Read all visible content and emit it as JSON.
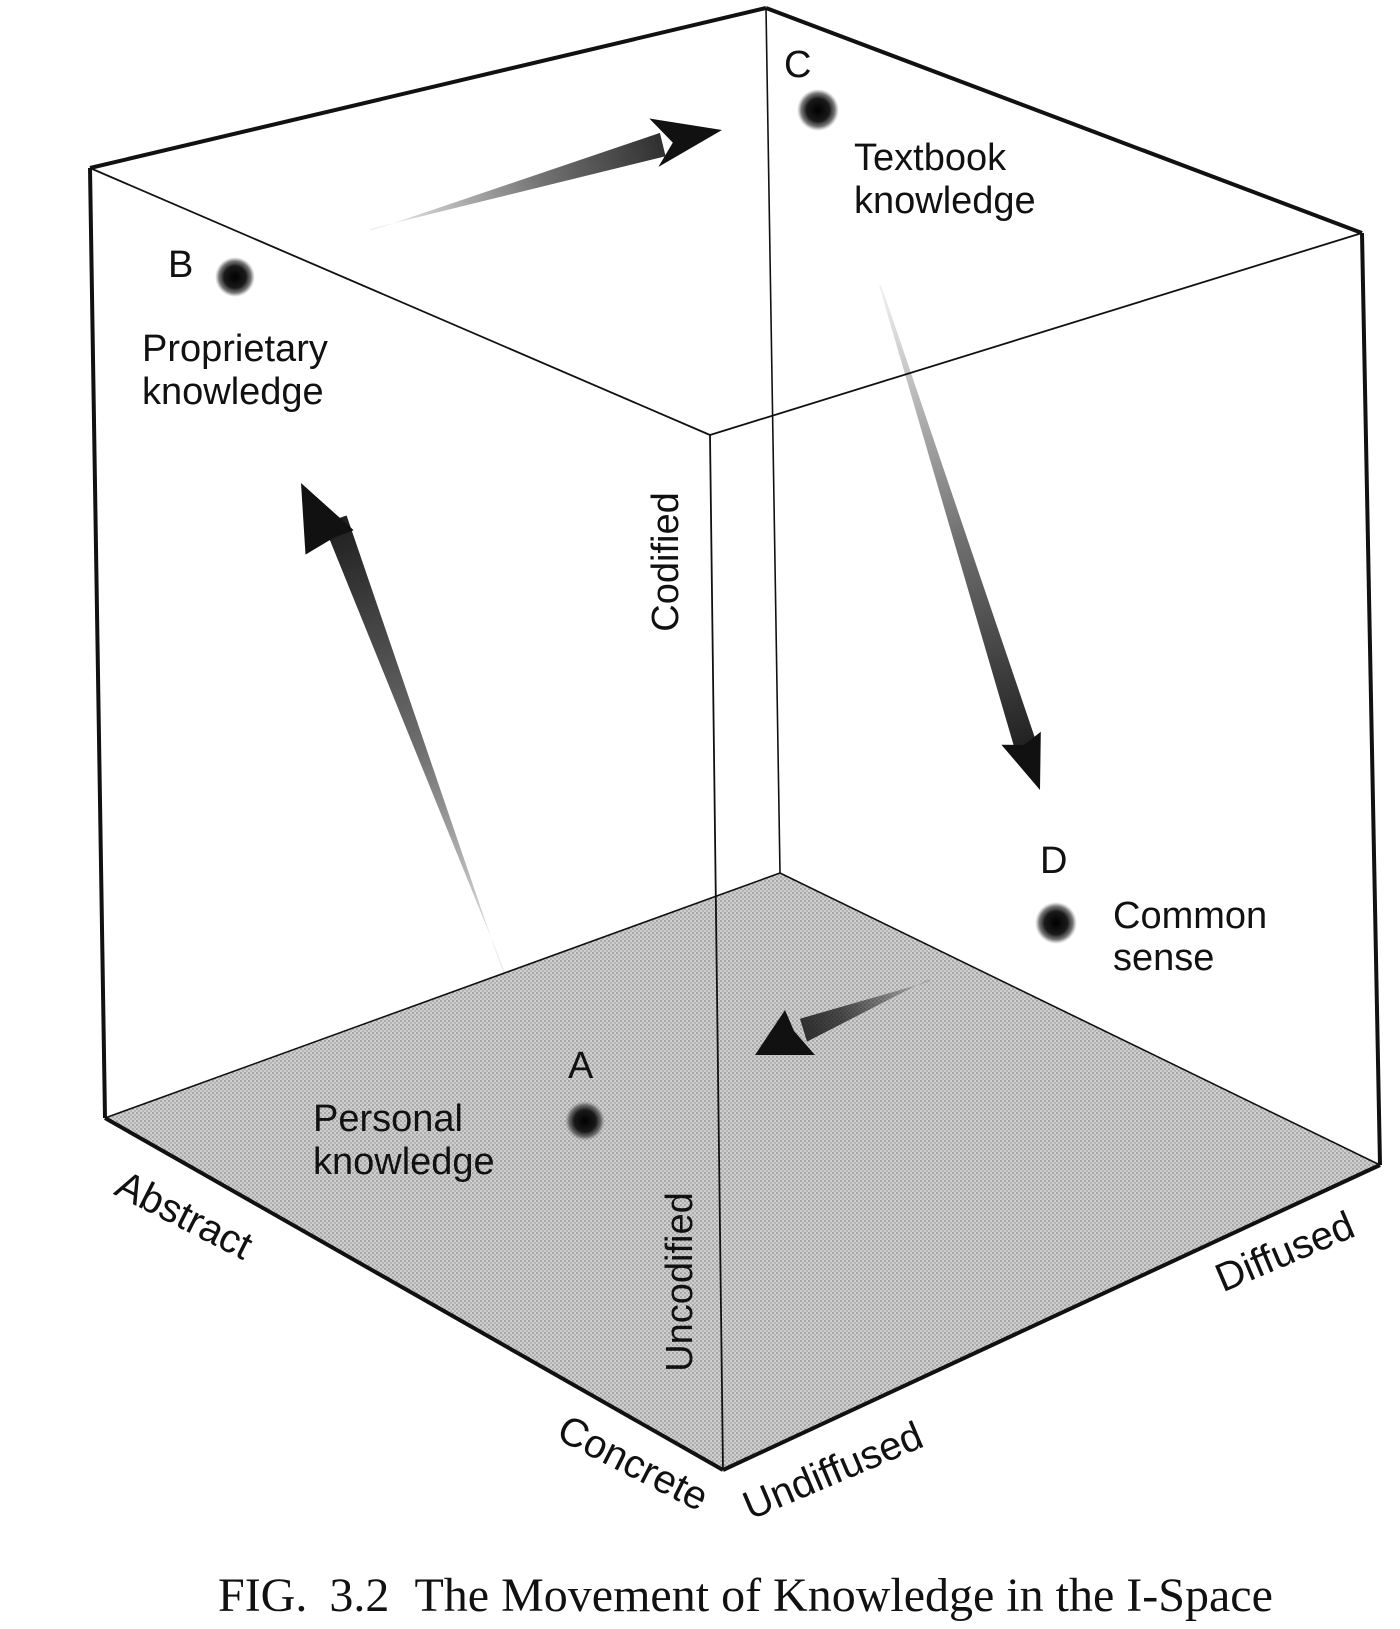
{
  "caption": {
    "fig_prefix": "FIG.",
    "fig_number": "3.2",
    "title": "The Movement of Knowledge in the I-Space"
  },
  "axes": {
    "vertical_top": "Codified",
    "vertical_bottom": "Uncodified",
    "left_top": "Abstract",
    "left_bottom": "Concrete",
    "right_left": "Undiffused",
    "right_right": "Diffused"
  },
  "points": {
    "a": {
      "letter": "A",
      "line1": "Personal",
      "line2": "knowledge"
    },
    "b": {
      "letter": "B",
      "line1": "Proprietary",
      "line2": "knowledge"
    },
    "c": {
      "letter": "C",
      "line1": "Textbook",
      "line2": "knowledge"
    },
    "d": {
      "letter": "D",
      "line1": "Common",
      "line2": "sense"
    }
  },
  "colors": {
    "ink": "#111111",
    "floor": "#c6c6c6",
    "paper": "#ffffff"
  }
}
